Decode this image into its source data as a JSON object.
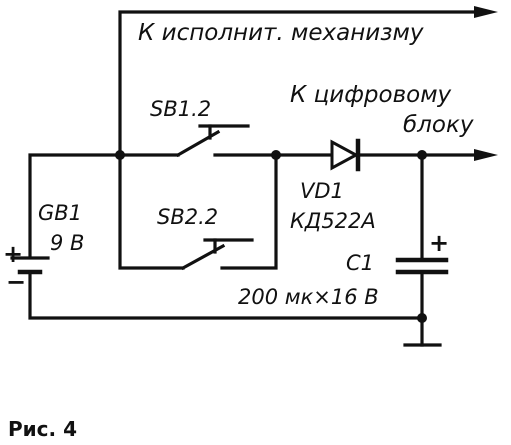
{
  "diagram": {
    "label_actuator": "К исполнит. механизму",
    "label_digital_line1": "К цифровому",
    "label_digital_line2": "блоку",
    "label_sb1": "SB1.2",
    "label_sb2": "SB2.2",
    "label_gb1": "GB1",
    "label_gb1_voltage": "9 В",
    "label_vd1": "VD1",
    "label_vd1_type": "КД522А",
    "label_c1": "C1",
    "label_c1_value": "200 мк×16 В",
    "label_figure": "Рис. 4",
    "plus_sign": "+",
    "minus_sign": "−",
    "color_ink": "#111111",
    "color_background": "#ffffff"
  }
}
